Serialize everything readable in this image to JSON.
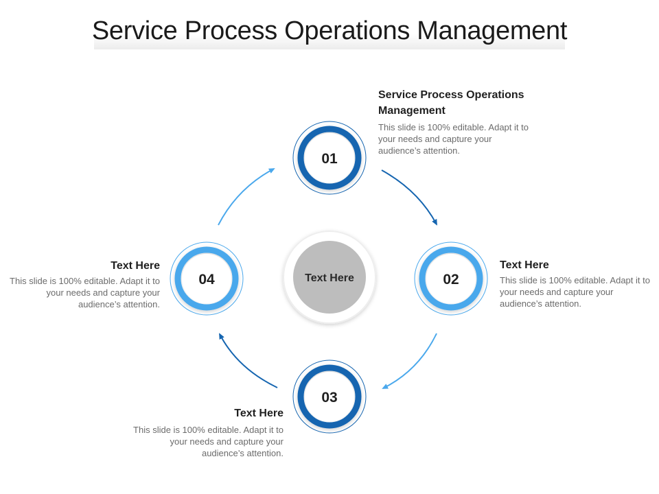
{
  "slide": {
    "title": "Service Process Operations Management",
    "center_label": "Text Here"
  },
  "steps": [
    {
      "number": "01",
      "heading": "Service Process Operations Management",
      "body": "This slide is 100% editable. Adapt it to your needs and capture your audience’s attention."
    },
    {
      "number": "02",
      "heading": "Text Here",
      "body": "This slide is 100% editable. Adapt it to your needs and capture your audience’s attention."
    },
    {
      "number": "03",
      "heading": "Text Here",
      "body": "This slide is 100% editable. Adapt it to your needs and capture your audience’s attention."
    },
    {
      "number": "04",
      "heading": "Text Here",
      "body": "This slide is 100% editable. Adapt it to your needs and capture your audience’s attention."
    }
  ],
  "colors": {
    "dark_blue": "#1565b0",
    "light_blue": "#4aa8ec",
    "center_gray": "#bdbdbd"
  }
}
